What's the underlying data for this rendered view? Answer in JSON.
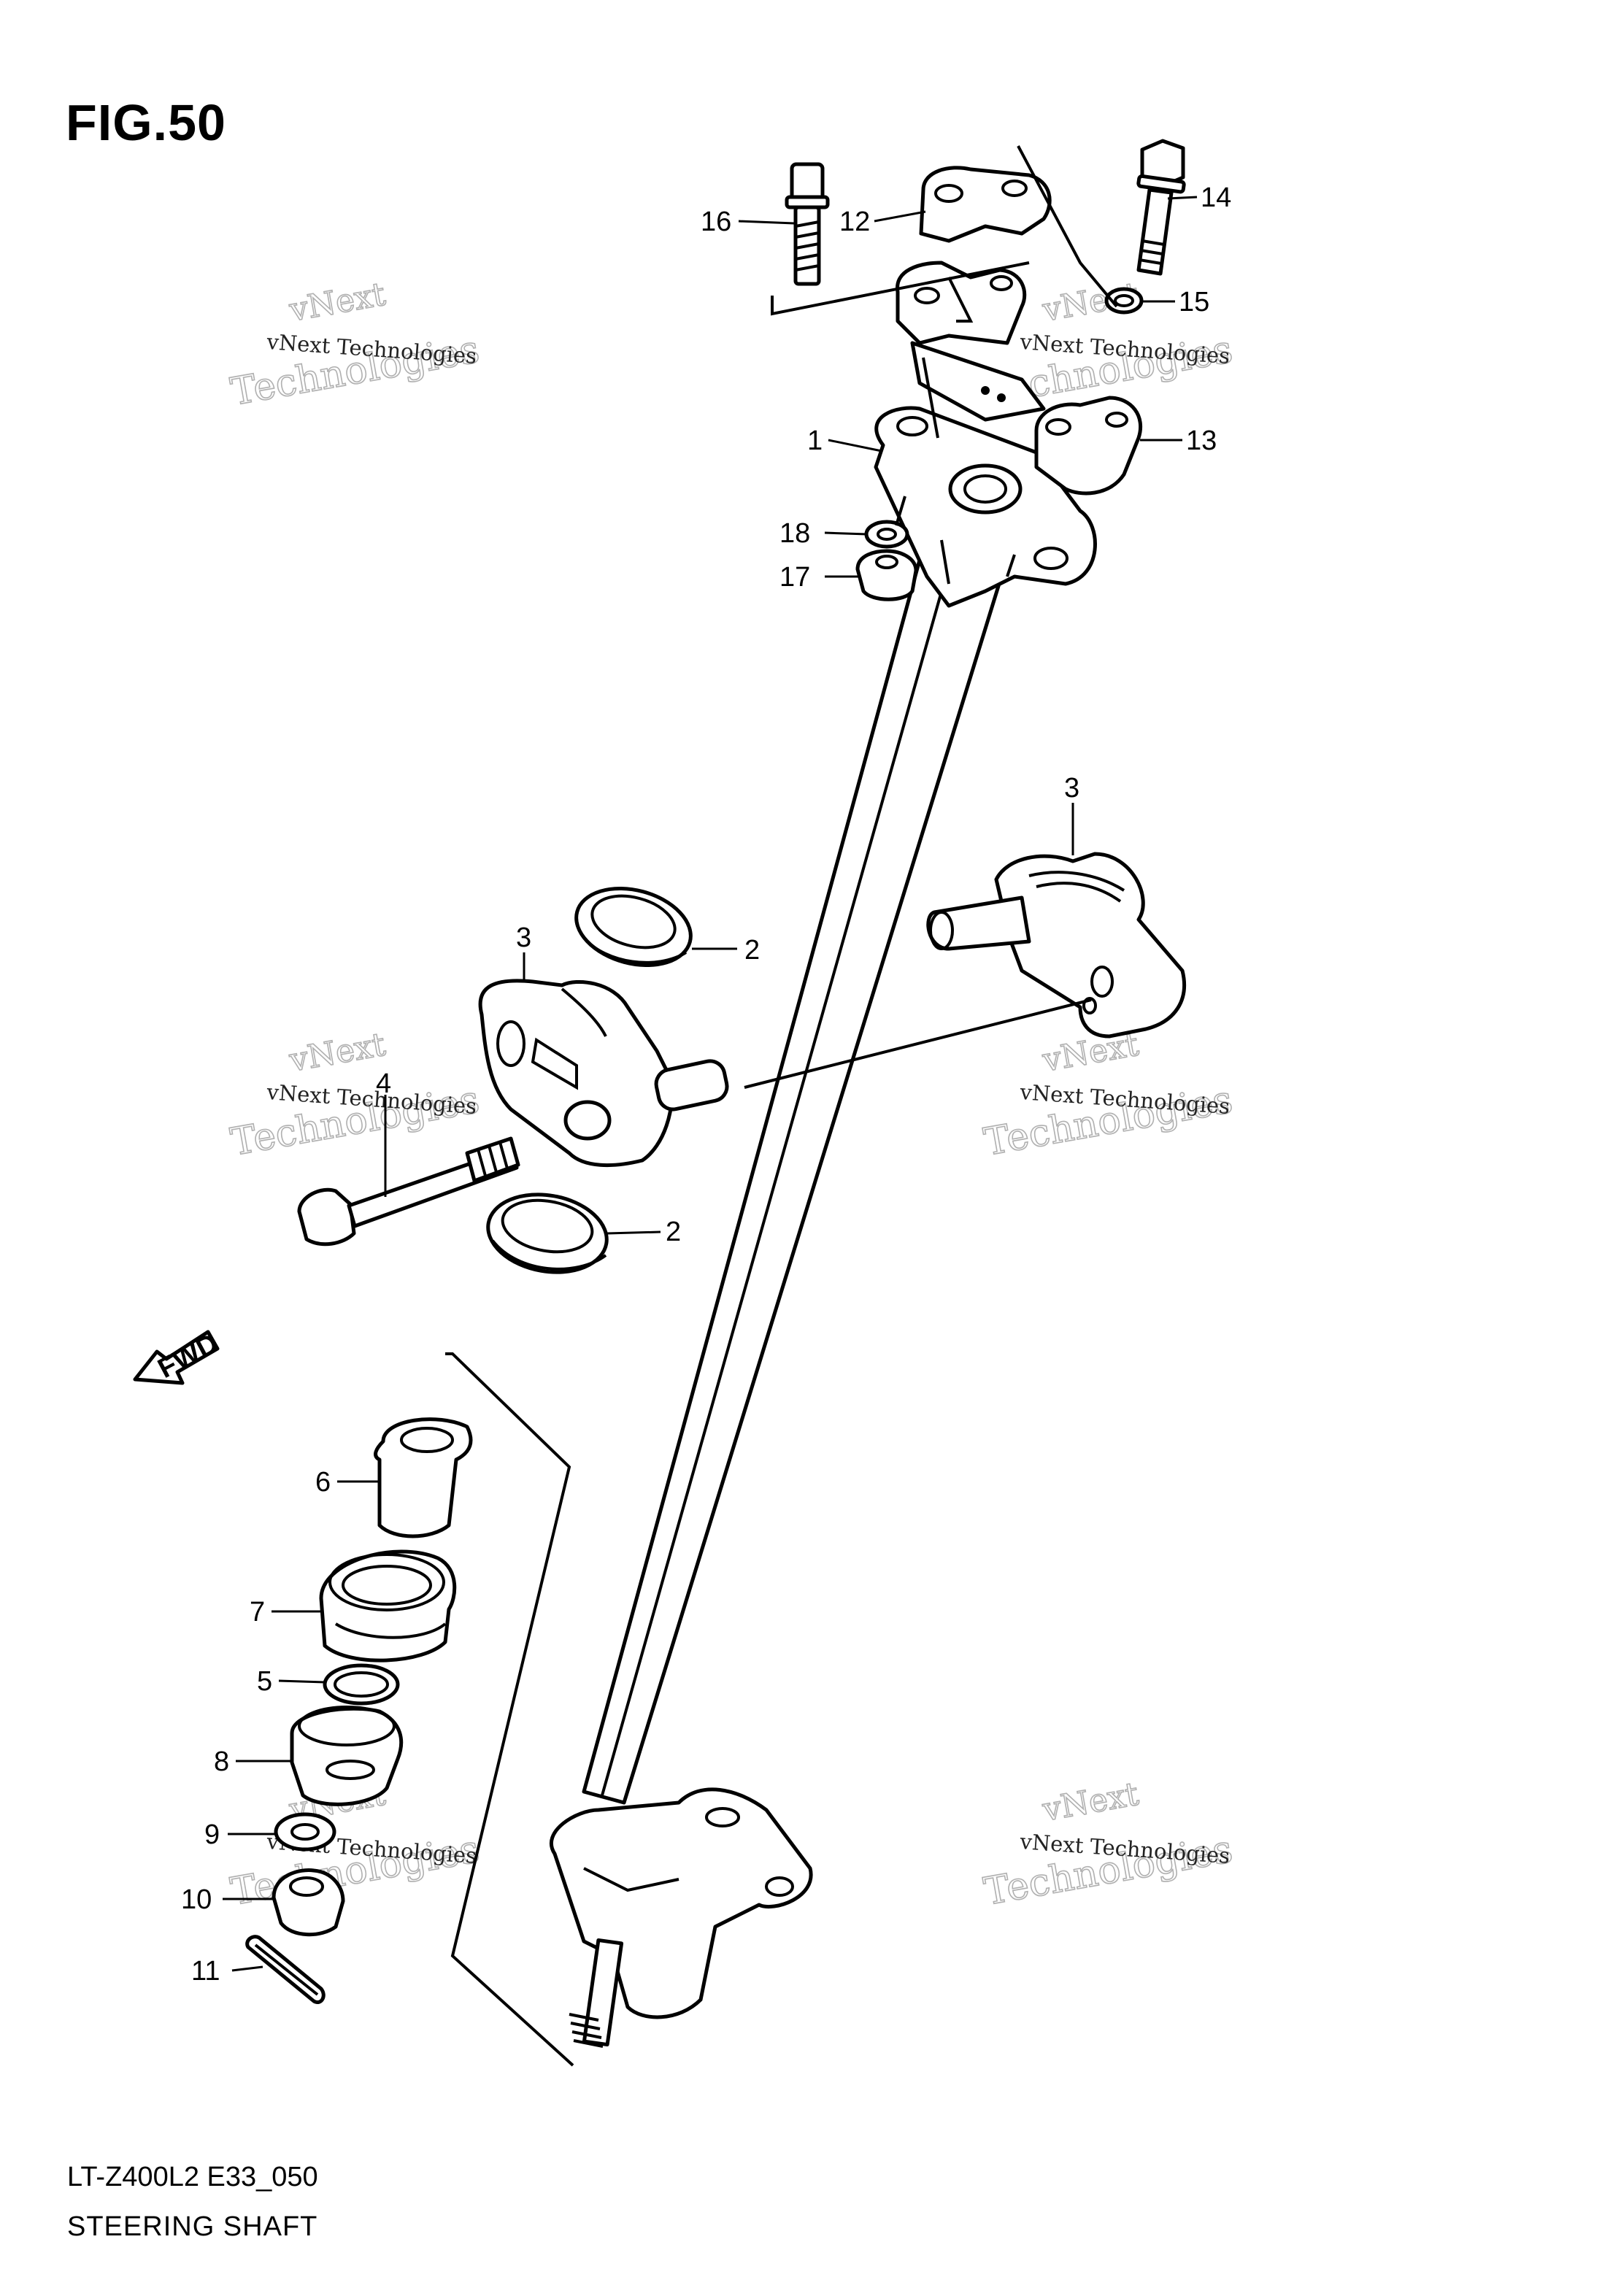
{
  "figure": {
    "title": "FIG.50",
    "model_code": "LT-Z400L2 E33_050",
    "name": "STEERING SHAFT"
  },
  "callouts": [
    "1",
    "2",
    "2",
    "3",
    "3",
    "4",
    "5",
    "6",
    "7",
    "8",
    "9",
    "10",
    "11",
    "12",
    "13",
    "14",
    "15",
    "16",
    "17",
    "18"
  ],
  "fwd_label": "FWD",
  "watermark": {
    "small": "vNext Technologies",
    "line1": "vNext",
    "line2": "Technologies"
  },
  "colors": {
    "ink": "#000000",
    "watermark": "#b0b0b0",
    "paper": "#ffffff"
  }
}
